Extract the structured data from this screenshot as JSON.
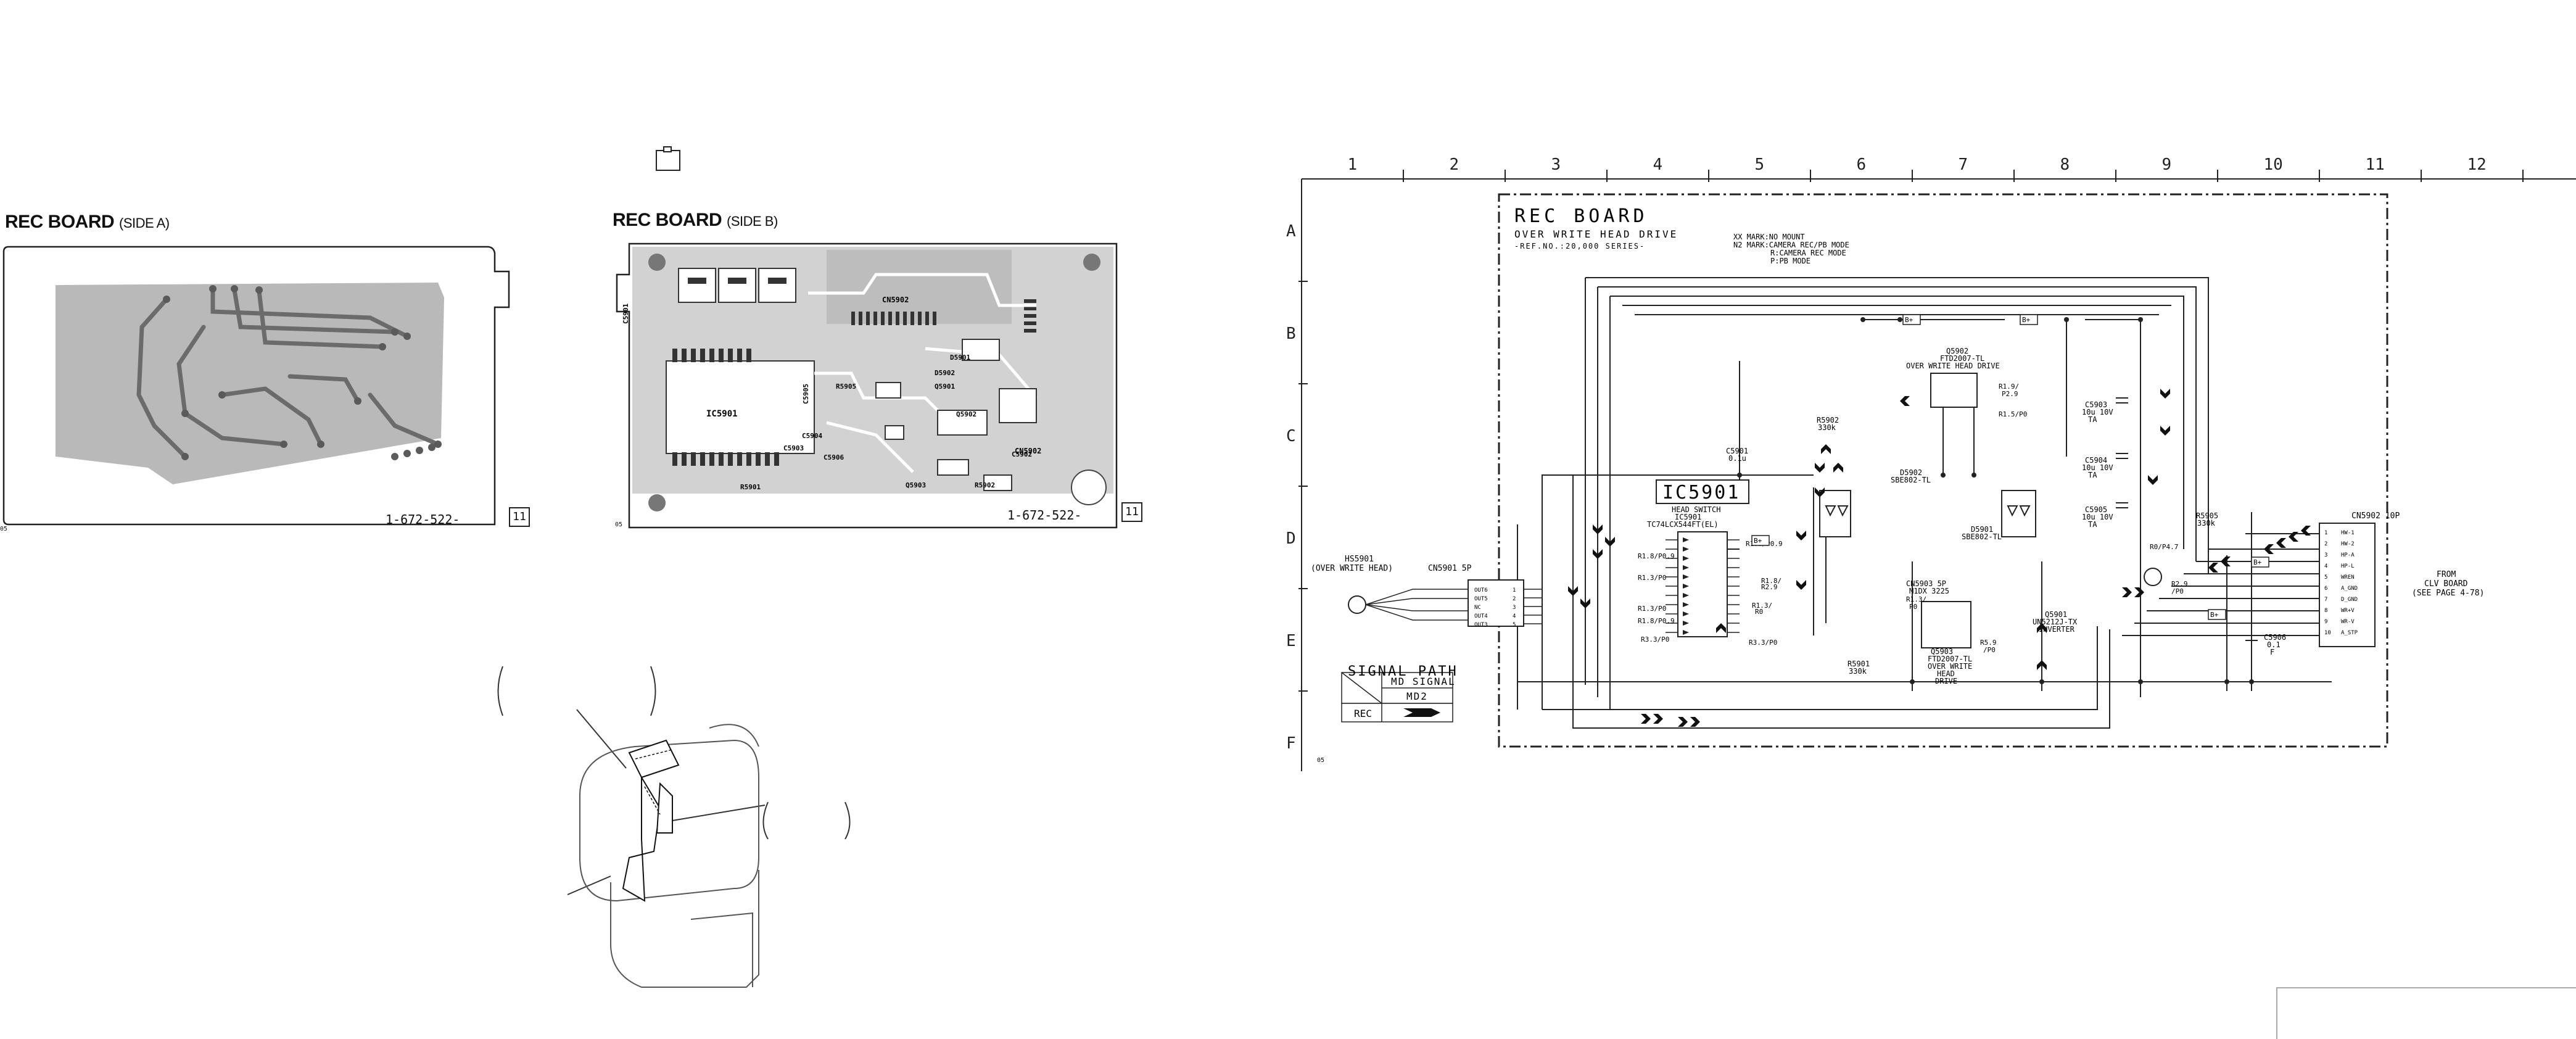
{
  "side_a": {
    "title": "REC BOARD",
    "subtitle": "(SIDE A)",
    "part_number": "1-672-522-",
    "revision": "11",
    "corner_mark": "05"
  },
  "side_b": {
    "title": "REC BOARD",
    "subtitle": "(SIDE B)",
    "part_number": "1-672-522-",
    "revision": "11",
    "corner_mark": "05",
    "labels": {
      "ic": "IC5901",
      "cn_top": "CN5902",
      "cn_right": "CN5902",
      "q1": "Q5901",
      "q2": "Q5902",
      "q3": "Q5903",
      "d1": "D5901",
      "d2": "D5902",
      "r1": "R5901",
      "r2": "R5902",
      "c1": "C5901",
      "c2": "C5902",
      "c3": "C5903",
      "c4": "C5904",
      "c5": "C5905",
      "c6": "C5906",
      "r5": "R5905"
    }
  },
  "schematic": {
    "columns": [
      "1",
      "2",
      "3",
      "4",
      "5",
      "6",
      "7",
      "8",
      "9",
      "10",
      "11",
      "12"
    ],
    "rows": [
      "A",
      "B",
      "C",
      "D",
      "E",
      "F"
    ],
    "title": "REC BOARD",
    "subtitle": "OVER WRITE HEAD DRIVE",
    "ref_no": "-REF.NO.:20,000 SERIES-",
    "marks": [
      "XX MARK:NO MOUNT",
      "N2 MARK:CAMERA REC/PB MODE",
      "R:CAMERA REC MODE",
      "P:PB MODE"
    ],
    "ic_box": "IC5901",
    "ic_name": "HEAD SWITCH",
    "ic_part": "TC74LCX544FT(EL)",
    "ic_ref": "IC5901",
    "hs_label": "HS5901",
    "hs_name": "(OVER WRITE HEAD)",
    "cn_left": "CN5901 5P",
    "cn_left_pins": [
      "OUT6",
      "OUT5",
      "NC",
      "OUT4",
      "OUT3"
    ],
    "cn_right": "CN5902 10P",
    "cn_right_pins": [
      "HW-1",
      "HW-2",
      "HP-A",
      "HP-L",
      "WREN",
      "A_GND",
      "D_GND",
      "WR+V",
      "WR-V",
      "A_STP"
    ],
    "from_note": [
      "FROM",
      "CLV BOARD",
      "(SEE PAGE 4-78)"
    ],
    "q5902": [
      "Q5902",
      "FTD2007-TL",
      "OVER WRITE HEAD DRIVE"
    ],
    "q5903": [
      "Q5903",
      "FTD2007-TL",
      "OVER WRITE",
      "HEAD",
      "DRIVE"
    ],
    "q5901": [
      "Q5901",
      "UN5212J-TX",
      "INVERTER"
    ],
    "d5902": [
      "D5902",
      "SBE802-TL"
    ],
    "d5901": [
      "D5901",
      "SBE802-TL"
    ],
    "c5901": [
      "C5901",
      "0.1u"
    ],
    "c5903": [
      "C5903",
      "10u 10V",
      "TA"
    ],
    "c5904": [
      "C5904",
      "10u 10V",
      "TA"
    ],
    "c5905": [
      "C5905",
      "10u 10V",
      "TA"
    ],
    "c5906": [
      "C5906",
      "0.1",
      "F"
    ],
    "r5901": [
      "R5901",
      "330k"
    ],
    "r5902": [
      "R5902",
      "330k"
    ],
    "r5905": [
      "R5905",
      "330k"
    ],
    "cn5903": [
      "CN5903 5P",
      "M1DX 3225"
    ],
    "node_labels": [
      "R1.8/P0.9",
      "R1.3/P0",
      "R1.3/P0",
      "R1.8/P0.9",
      "R3.3/P0",
      "R3.3/P0",
      "R1.8/",
      "R2.9",
      "R1.3/",
      "R0",
      "R1.8/P0.9",
      "R1.9/",
      "P2.9",
      "R1.5/P0",
      "R0/P4.7",
      "R2.9",
      "/P0",
      "R1.3/",
      "P0",
      "R5.9",
      "/P0"
    ],
    "signal_path": {
      "title": "SIGNAL PATH",
      "column": "MD SIGNAL",
      "sub": "MD2",
      "row": "REC"
    },
    "corner_mark": "05",
    "ref_tag": "B+"
  }
}
